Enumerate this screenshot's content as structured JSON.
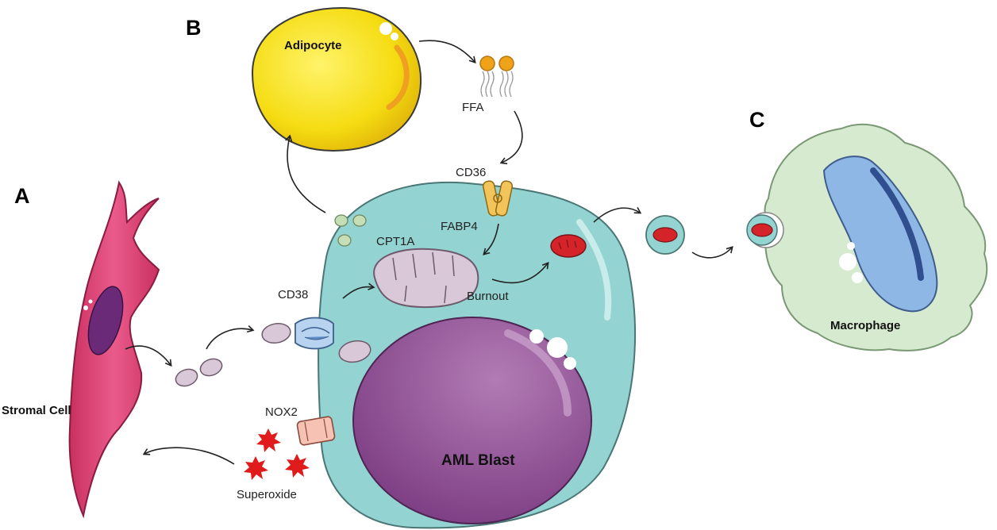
{
  "panels": {
    "a": "A",
    "b": "B",
    "c": "C"
  },
  "labels": {
    "adipocyte": "Adipocyte",
    "ffa": "FFA",
    "cd36": "CD36",
    "fabp4": "FABP4",
    "cpt1a": "CPT1A",
    "burnout": "Burnout",
    "cd38": "CD38",
    "nox2": "NOX2",
    "superoxide": "Superoxide",
    "stromal_cell": "Stromal Cell",
    "aml_blast": "AML Blast",
    "macrophage": "Macrophage"
  },
  "colors": {
    "adipocyte": "#f7e11a",
    "aml_cytoplasm": "#93d3d1",
    "aml_nucleus": "#8b4a8c",
    "stromal_cell": "#e0457a",
    "stromal_nucleus": "#6a2a78",
    "macrophage": "#d6ead0",
    "macrophage_nucleus": "#8fb7e6",
    "mitochondrion": "#d9c8d8",
    "damaged_mitochondrion": "#d4242a",
    "superoxide": "#e01b1b"
  }
}
